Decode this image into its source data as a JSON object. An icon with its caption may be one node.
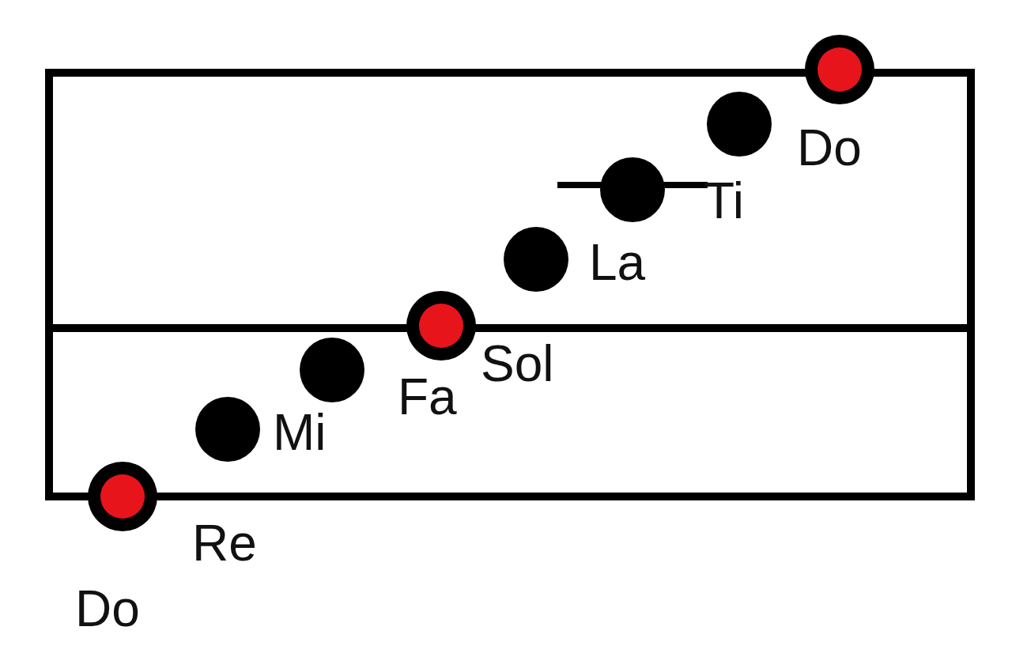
{
  "diagram": {
    "nodes": [
      {
        "text": [],
        "shape": "circle"
      },
      {
        "text": [],
        "shape": "circle"
      },
      {
        "text": [],
        "shape": "circle"
      },
      {
        "text": [],
        "shape": "circle"
      },
      {
        "text": [],
        "shape": "circle"
      },
      {
        "text": [],
        "shape": "circle"
      },
      {
        "text": [],
        "shape": "circle"
      },
      {
        "text": [],
        "shape": "circle"
      }
    ],
    "labels": [
      "Do",
      "Re",
      "Mi",
      "Fa",
      "Sol",
      "La",
      "Ti",
      "Do"
    ]
  }
}
